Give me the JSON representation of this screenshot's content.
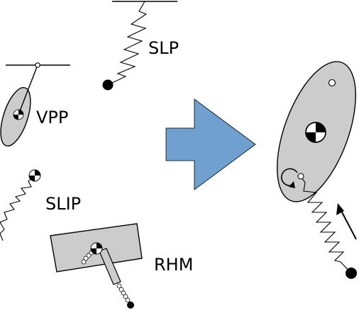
{
  "figure": {
    "models": {
      "slp": {
        "label": "SLP"
      },
      "vpp": {
        "label": "VPP"
      },
      "slip": {
        "label": "SLIP"
      },
      "rhm": {
        "label": "RHM"
      }
    },
    "arrow": {
      "color": "#6fa0d0"
    },
    "colors": {
      "body_fill": "#cccccc",
      "outline": "#000000",
      "background": "#ffffff"
    }
  }
}
